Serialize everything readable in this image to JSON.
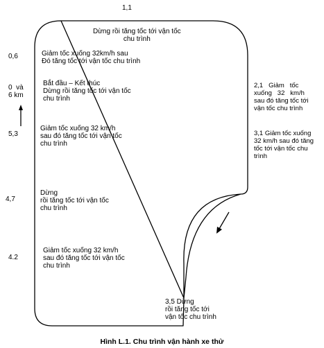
{
  "milestones": {
    "m_1_1": "1,1",
    "m_0_6": "0,6",
    "m_0_6km": "0  và\n6 km",
    "m_5_3": "5,3",
    "m_4_7": "4,7",
    "m_4_2": "4.2",
    "m_2_1": "2,1   Giảm   tốc\nxuống   32   km/h\nsau đó tăng tốc tới\nvận tốc chu trình",
    "m_3_1": "3,1 Giảm tốc xuống\n32 km/h sau đó tăng\ntốc tới vận tốc chu\ntrình",
    "m_3_5": "3,5 Dừng\nrồi tăng tốc tới\nvận tốc chu trình"
  },
  "labels": {
    "top": "Dừng rồi tăng tốc tới vận tốc\nchu trình",
    "l_0_6": "Giảm tốc xuống 32km/h sau\nĐó tăng tốc tới vận tốc chu trình",
    "start": "Bắt đầu – Kết thúc\nDừng rồi tăng tốc tới vận tốc\nchu trình",
    "l_5_3": "Giảm tốc xuống 32 km/h\nsau đó tăng tốc tới vận tốc\nchu trình",
    "l_4_7": "Dừng\nrồi tăng tốc tới vận tốc\nchu trình",
    "l_4_2": "Giảm tốc xuống 32 km/h\nsau đó tăng tốc tới vận tốc\nchu trình"
  },
  "caption": "Hình L.1. Chu trình vận hành xe thử",
  "colors": {
    "line": "#000000",
    "background": "#ffffff"
  }
}
